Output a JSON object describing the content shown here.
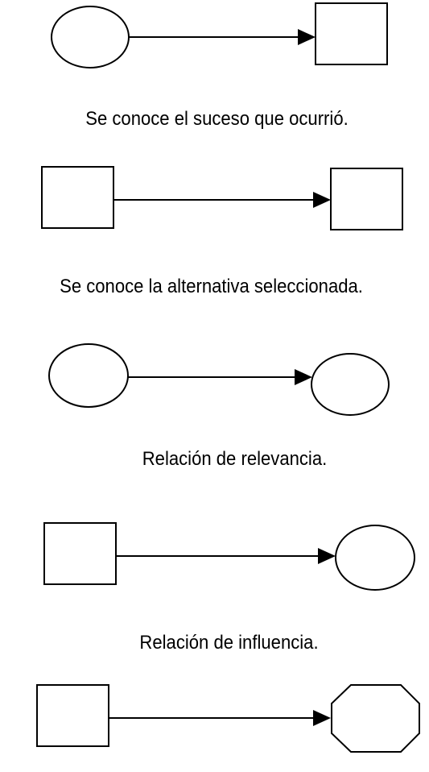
{
  "colors": {
    "stroke": "#000000",
    "fill": "#ffffff",
    "text": "#000000"
  },
  "relations": [
    {
      "from_shape": "ellipse",
      "to_shape": "square",
      "caption": "Se conoce el suceso que ocurrió."
    },
    {
      "from_shape": "square",
      "to_shape": "square",
      "caption": "Se conoce la alternativa seleccionada."
    },
    {
      "from_shape": "ellipse",
      "to_shape": "ellipse",
      "caption": "Relación de relevancia."
    },
    {
      "from_shape": "square",
      "to_shape": "ellipse",
      "caption": "Relación de influencia."
    },
    {
      "from_shape": "square",
      "to_shape": "octagon",
      "caption": ""
    }
  ]
}
